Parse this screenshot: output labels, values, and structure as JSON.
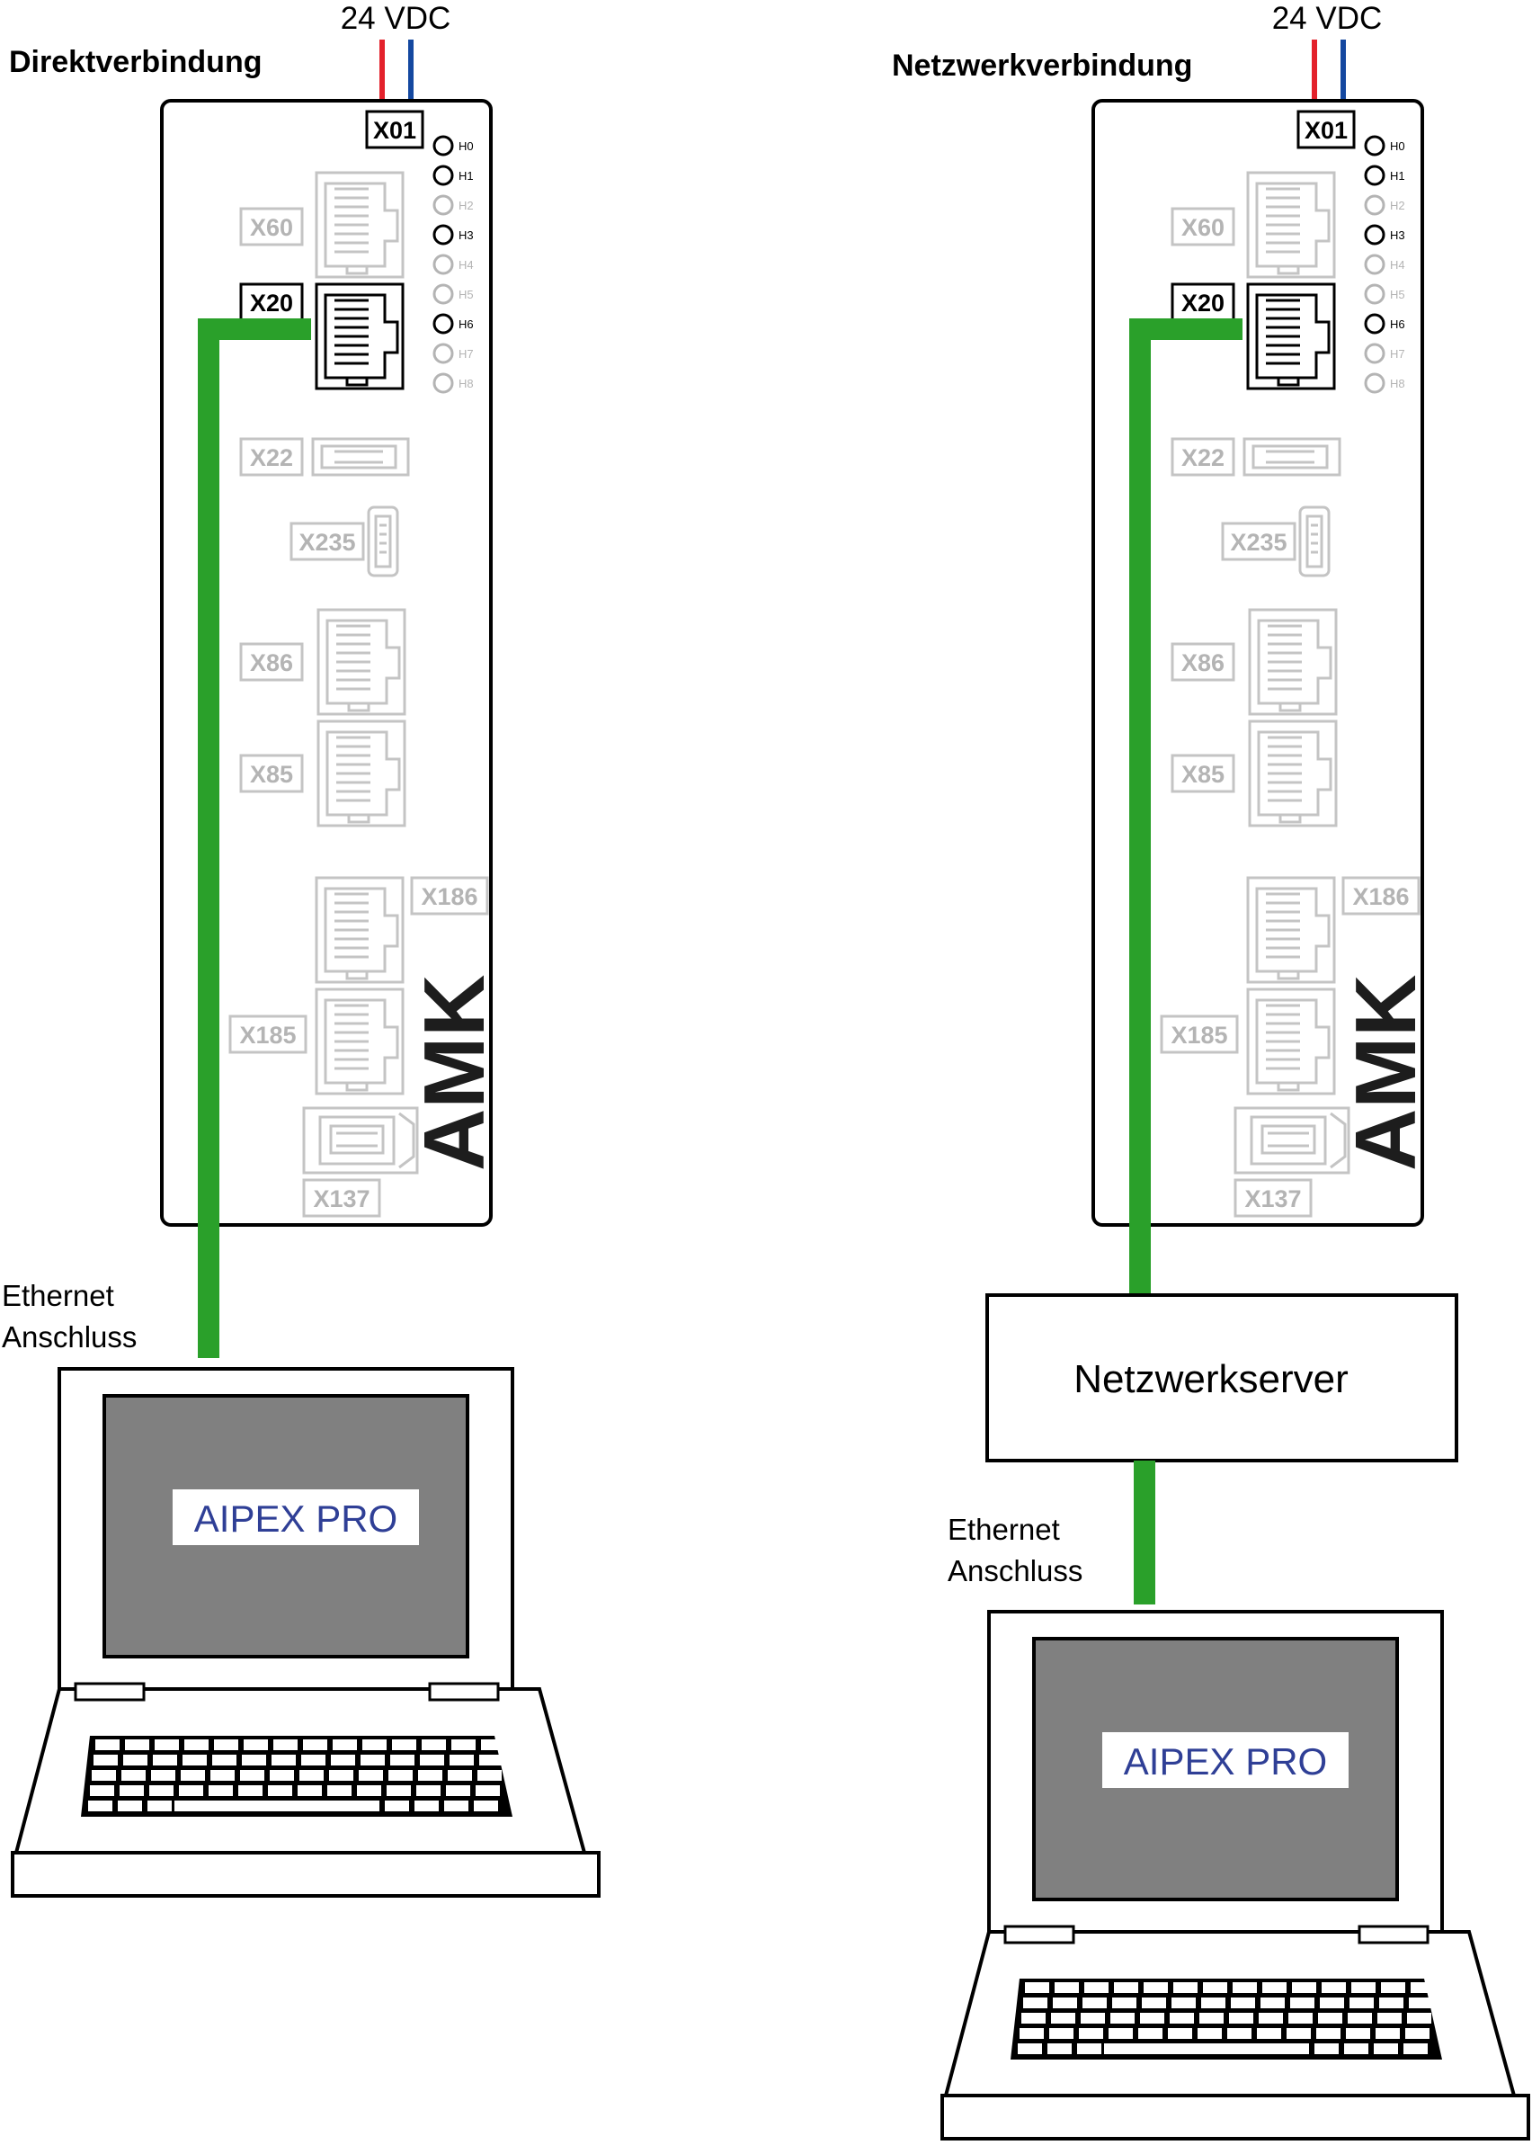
{
  "panels": [
    {
      "title": "Direktverbindung",
      "supply_label": "24 VDC",
      "ethernet_label_line1": "Ethernet",
      "ethernet_label_line2": "Anschluss",
      "app_label": "AIPEX PRO"
    },
    {
      "title": "Netzwerkverbindung",
      "supply_label": "24 VDC",
      "ethernet_label_line1": "Ethernet",
      "ethernet_label_line2": "Anschluss",
      "server_label": "Netzwerkserver",
      "app_label": "AIPEX PRO"
    }
  ],
  "device": {
    "logo": "AMK",
    "connectors": {
      "x01": "X01",
      "x60": "X60",
      "x20": "X20",
      "x22": "X22",
      "x235": "X235",
      "x86": "X86",
      "x85": "X85",
      "x186": "X186",
      "x185": "X185",
      "x137": "X137"
    },
    "leds": [
      {
        "label": "H0",
        "active": true
      },
      {
        "label": "H1",
        "active": true
      },
      {
        "label": "H2",
        "active": false
      },
      {
        "label": "H3",
        "active": true
      },
      {
        "label": "H4",
        "active": false
      },
      {
        "label": "H5",
        "active": false
      },
      {
        "label": "H6",
        "active": true
      },
      {
        "label": "H7",
        "active": false
      },
      {
        "label": "H8",
        "active": false
      }
    ]
  },
  "colors": {
    "cable": "#2aa02a",
    "supply_positive": "#e3212b",
    "supply_negative": "#1448a0",
    "inactive": "#b4b4b4",
    "screen": "#808080",
    "app_text": "#2f3f96"
  }
}
